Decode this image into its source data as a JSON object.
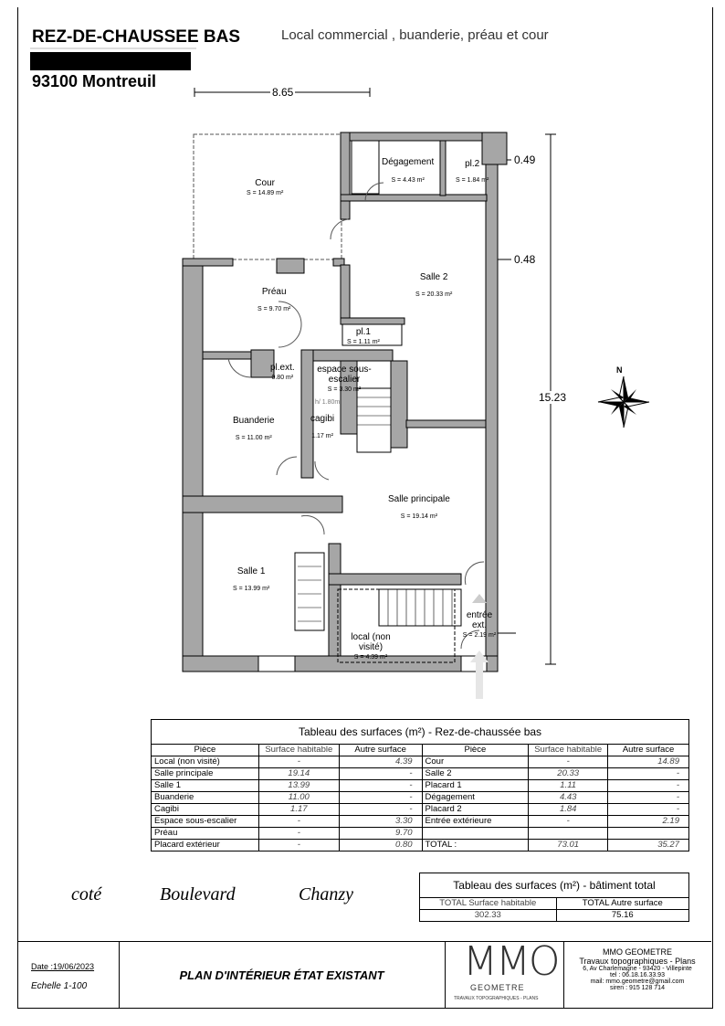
{
  "header": {
    "title": "REZ-DE-CHAUSSEE BAS",
    "subtitle": "Local commercial , buanderie, préau et cour",
    "city": "93100 Montreuil"
  },
  "dimensions": {
    "width_total": "8.65",
    "height_total": "15.23",
    "right_1": "0.49",
    "right_2": "0.48"
  },
  "rooms": [
    {
      "name": "Cour",
      "area": "S = 14.89 m²"
    },
    {
      "name": "Dégagement",
      "area": "S = 4.43 m²"
    },
    {
      "name": "pl.2",
      "area": "S = 1.84 m²"
    },
    {
      "name": "Salle 2",
      "area": "S = 20.33 m²"
    },
    {
      "name": "Préau",
      "area": "S = 9.70 m²"
    },
    {
      "name": "pl.1",
      "area": "S = 1.11 m²"
    },
    {
      "name": "pl.ext.",
      "area": "0.80 m²"
    },
    {
      "name": "espace sous-escalier",
      "area": "S = 3.30 m²"
    },
    {
      "name": "Buanderie",
      "area": "S = 11.00 m²"
    },
    {
      "name": "cagibi",
      "area": "1.17 m²"
    },
    {
      "name": "Salle principale",
      "area": "S = 19.14 m²"
    },
    {
      "name": "Salle 1",
      "area": "S = 13.99 m²"
    },
    {
      "name": "local (non visité)",
      "area": "S = 4.39 m²"
    },
    {
      "name": "entrée ext.",
      "area": "S = 2.19 m²"
    }
  ],
  "height_note": "h/ 1.80m",
  "surface_table": {
    "title": "Tableau des surfaces (m²) - Rez-de-chaussée bas",
    "headers": [
      "Pièce",
      "Surface habitable",
      "Autre surface",
      "Pièce",
      "Surface habitable",
      "Autre surface"
    ],
    "rows": [
      [
        "Local (non visité)",
        "-",
        "4.39",
        "Cour",
        "-",
        "14.89"
      ],
      [
        "Salle principale",
        "19.14",
        "-",
        "Salle 2",
        "20.33",
        "-"
      ],
      [
        "Salle 1",
        "13.99",
        "-",
        "Placard 1",
        "1.11",
        "-"
      ],
      [
        "Buanderie",
        "11.00",
        "-",
        "Dégagement",
        "4.43",
        "-"
      ],
      [
        "Cagibi",
        "1.17",
        "-",
        "Placard 2",
        "1.84",
        "-"
      ],
      [
        "Espace sous-escalier",
        "-",
        "3.30",
        "Entrée extérieure",
        "-",
        "2.19"
      ],
      [
        "Préau",
        "-",
        "9.70",
        "",
        "",
        ""
      ],
      [
        "Placard extérieur",
        "-",
        "0.80",
        "TOTAL :",
        "73.01",
        "35.27"
      ]
    ]
  },
  "street": [
    "coté",
    "Boulevard",
    "Chanzy"
  ],
  "total_table": {
    "title": "Tableau des surfaces (m²) - bâtiment total",
    "headers": [
      "TOTAL Surface habitable",
      "TOTAL Autre surface"
    ],
    "values": [
      "302.33",
      "75.16"
    ]
  },
  "title_block": {
    "date": "Date :19/06/2023",
    "scale": "Echelle  1-100",
    "plan_title": "PLAN D'INTÉRIEUR ÉTAT EXISTANT",
    "logo_text": "MMO",
    "logo_sub": "GEOMETRE",
    "logo_tag": "TRAVAUX TOPOGRAPHIQUES - PLANS",
    "company": "MMO GEOMETRE",
    "company_tag": "Travaux topographiques - Plans",
    "address": "6, Av Charlemagne - 93420 - Villepinte",
    "tel": "tel : 06.18.16.33.93",
    "mail": "mail: mmo.geometre@gmail.com",
    "siren": "siren : 915 128 714"
  },
  "compass": {
    "label": "N"
  },
  "colors": {
    "wall": "#a6a6a6",
    "arrow": "#cccccc"
  }
}
